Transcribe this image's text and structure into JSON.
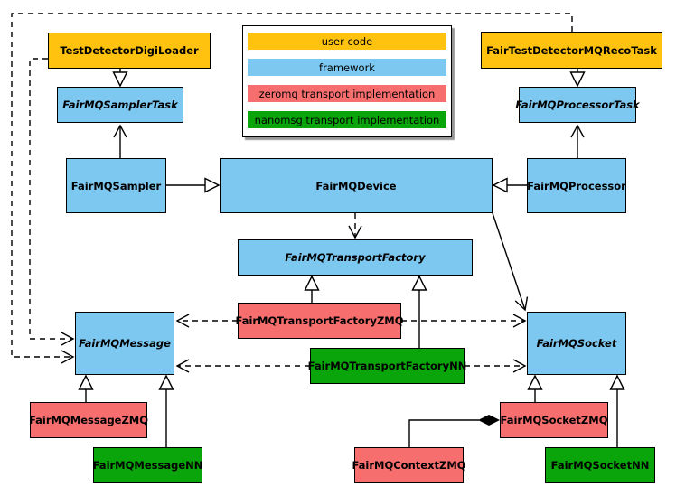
{
  "legend": {
    "items": [
      {
        "label": "user code",
        "color": "#FFC20E"
      },
      {
        "label": "framework",
        "color": "#7DC8F0"
      },
      {
        "label": "zeromq transport implementation",
        "color": "#F76E6E"
      },
      {
        "label": "nanomsg transport implementation",
        "color": "#0AA50A"
      }
    ]
  },
  "colors": {
    "user_code": "#FFC20E",
    "framework": "#7DC8F0",
    "zeromq": "#F76E6E",
    "nanomsg": "#0AA50A",
    "border": "#000000",
    "background": "#FFFFFF"
  },
  "nodes": {
    "testDetectorDigiLoader": {
      "label": "TestDetectorDigiLoader",
      "category": "user code",
      "abstract": false
    },
    "fairMQSamplerTask": {
      "label": "FairMQSamplerTask",
      "category": "framework",
      "abstract": true
    },
    "fairMQSampler": {
      "label": "FairMQSampler",
      "category": "framework",
      "abstract": false
    },
    "fairMQDevice": {
      "label": "FairMQDevice",
      "category": "framework",
      "abstract": false
    },
    "fairTestDetectorMQRecoTask": {
      "label": "FairTestDetectorMQRecoTask",
      "category": "user code",
      "abstract": false
    },
    "fairMQProcessorTask": {
      "label": "FairMQProcessorTask",
      "category": "framework",
      "abstract": true
    },
    "fairMQProcessor": {
      "label": "FairMQProcessor",
      "category": "framework",
      "abstract": false
    },
    "fairMQTransportFactory": {
      "label": "FairMQTransportFactory",
      "category": "framework",
      "abstract": true
    },
    "fairMQTransportFactoryZMQ": {
      "label": "FairMQTransportFactoryZMQ",
      "category": "zeromq",
      "abstract": false
    },
    "fairMQTransportFactoryNN": {
      "label": "FairMQTransportFactoryNN",
      "category": "nanomsg",
      "abstract": false
    },
    "fairMQMessage": {
      "label": "FairMQMessage",
      "category": "framework",
      "abstract": true
    },
    "fairMQSocket": {
      "label": "FairMQSocket",
      "category": "framework",
      "abstract": true
    },
    "fairMQMessageZMQ": {
      "label": "FairMQMessageZMQ",
      "category": "zeromq",
      "abstract": false
    },
    "fairMQMessageNN": {
      "label": "FairMQMessageNN",
      "category": "nanomsg",
      "abstract": false
    },
    "fairMQContextZMQ": {
      "label": "FairMQContextZMQ",
      "category": "zeromq",
      "abstract": false
    },
    "fairMQSocketZMQ": {
      "label": "FairMQSocketZMQ",
      "category": "zeromq",
      "abstract": false
    },
    "fairMQSocketNN": {
      "label": "FairMQSocketNN",
      "category": "nanomsg",
      "abstract": false
    }
  },
  "edges": [
    {
      "from": "TestDetectorDigiLoader",
      "to": "FairMQSamplerTask",
      "type": "inheritance"
    },
    {
      "from": "FairMQSampler",
      "to": "FairMQSamplerTask",
      "type": "association"
    },
    {
      "from": "FairMQSampler",
      "to": "FairMQDevice",
      "type": "inheritance"
    },
    {
      "from": "FairTestDetectorMQRecoTask",
      "to": "FairMQProcessorTask",
      "type": "inheritance"
    },
    {
      "from": "FairMQProcessor",
      "to": "FairMQProcessorTask",
      "type": "association"
    },
    {
      "from": "FairMQProcessor",
      "to": "FairMQDevice",
      "type": "inheritance"
    },
    {
      "from": "FairMQDevice",
      "to": "FairMQTransportFactory",
      "type": "dependency"
    },
    {
      "from": "FairMQDevice",
      "to": "FairMQSocket",
      "type": "association"
    },
    {
      "from": "FairMQTransportFactoryZMQ",
      "to": "FairMQTransportFactory",
      "type": "inheritance"
    },
    {
      "from": "FairMQTransportFactoryNN",
      "to": "FairMQTransportFactory",
      "type": "inheritance"
    },
    {
      "from": "FairMQTransportFactoryZMQ",
      "to": "FairMQMessage",
      "type": "dependency"
    },
    {
      "from": "FairMQTransportFactoryZMQ",
      "to": "FairMQSocket",
      "type": "dependency"
    },
    {
      "from": "FairMQTransportFactoryNN",
      "to": "FairMQMessage",
      "type": "dependency"
    },
    {
      "from": "FairMQTransportFactoryNN",
      "to": "FairMQSocket",
      "type": "dependency"
    },
    {
      "from": "TestDetectorDigiLoader",
      "to": "FairMQMessage",
      "type": "dependency"
    },
    {
      "from": "FairTestDetectorMQRecoTask",
      "to": "FairMQMessage",
      "type": "dependency"
    },
    {
      "from": "FairMQMessageZMQ",
      "to": "FairMQMessage",
      "type": "inheritance"
    },
    {
      "from": "FairMQMessageNN",
      "to": "FairMQMessage",
      "type": "inheritance"
    },
    {
      "from": "FairMQSocketZMQ",
      "to": "FairMQSocket",
      "type": "inheritance"
    },
    {
      "from": "FairMQSocketNN",
      "to": "FairMQSocket",
      "type": "inheritance"
    },
    {
      "from": "FairMQSocketZMQ",
      "to": "FairMQContextZMQ",
      "type": "composition"
    }
  ]
}
